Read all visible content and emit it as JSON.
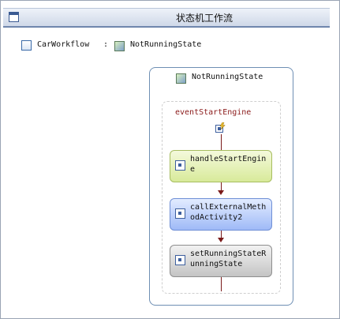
{
  "header": {
    "title": "状态机工作流"
  },
  "breadcrumb": {
    "workflow": "CarWorkflow",
    "separator": ":",
    "state": "NotRunningState"
  },
  "state": {
    "title": "NotRunningState",
    "event": "eventStartEngine",
    "activities": [
      {
        "label": "handleStartEngine"
      },
      {
        "label": "callExternalMethodActivity2"
      },
      {
        "label": "setRunningStateRunningState"
      }
    ]
  },
  "colors": {
    "title_bar": "#cfd8e8",
    "state_border": "#6e8fb4",
    "event_text": "#8b1a1a",
    "activity_handle": "#d8ea9a",
    "activity_call": "#9fbaf7",
    "activity_set": "#c4c4c4",
    "connector": "#7a1a1a"
  },
  "icons": {
    "window": "window-icon",
    "workflow": "workflow-icon",
    "state": "state-icon",
    "event": "event-driven-icon",
    "activity": "activity-icon"
  }
}
